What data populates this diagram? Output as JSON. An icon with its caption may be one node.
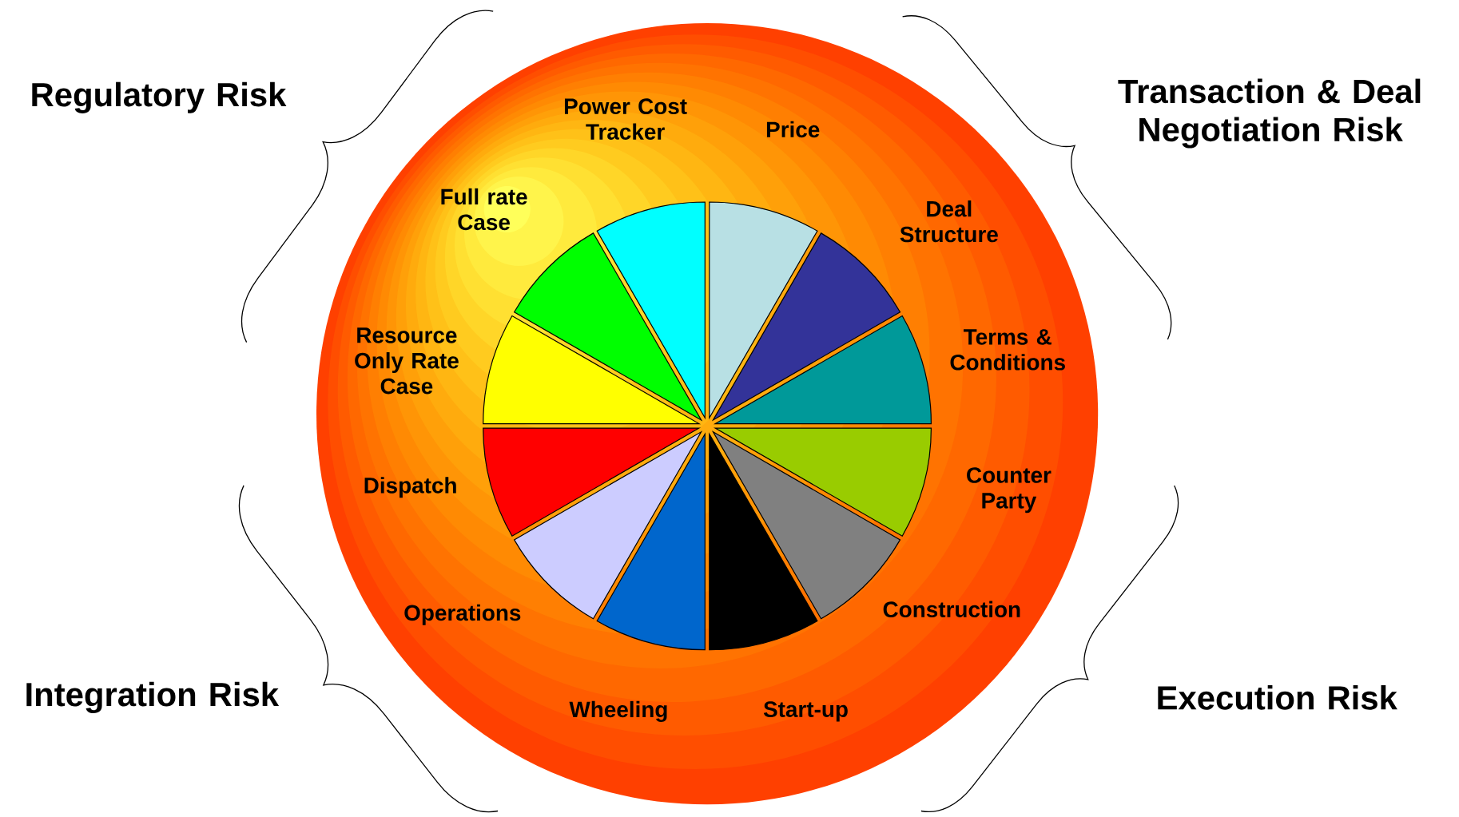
{
  "diagram": {
    "labels": [
      "Regulatory Risk",
      "Transaction & Deal Negotiation Risk",
      "Integration Risk",
      "Execution Risk",
      "Power Cost Tracker",
      "Price",
      "Full rate Case",
      "Deal Structure",
      "Resource Only Rate Case",
      "Terms & Conditions",
      "Dispatch",
      "Counter Party",
      "Operations",
      "Construction",
      "Wheeling",
      "Start-up"
    ]
  }
}
